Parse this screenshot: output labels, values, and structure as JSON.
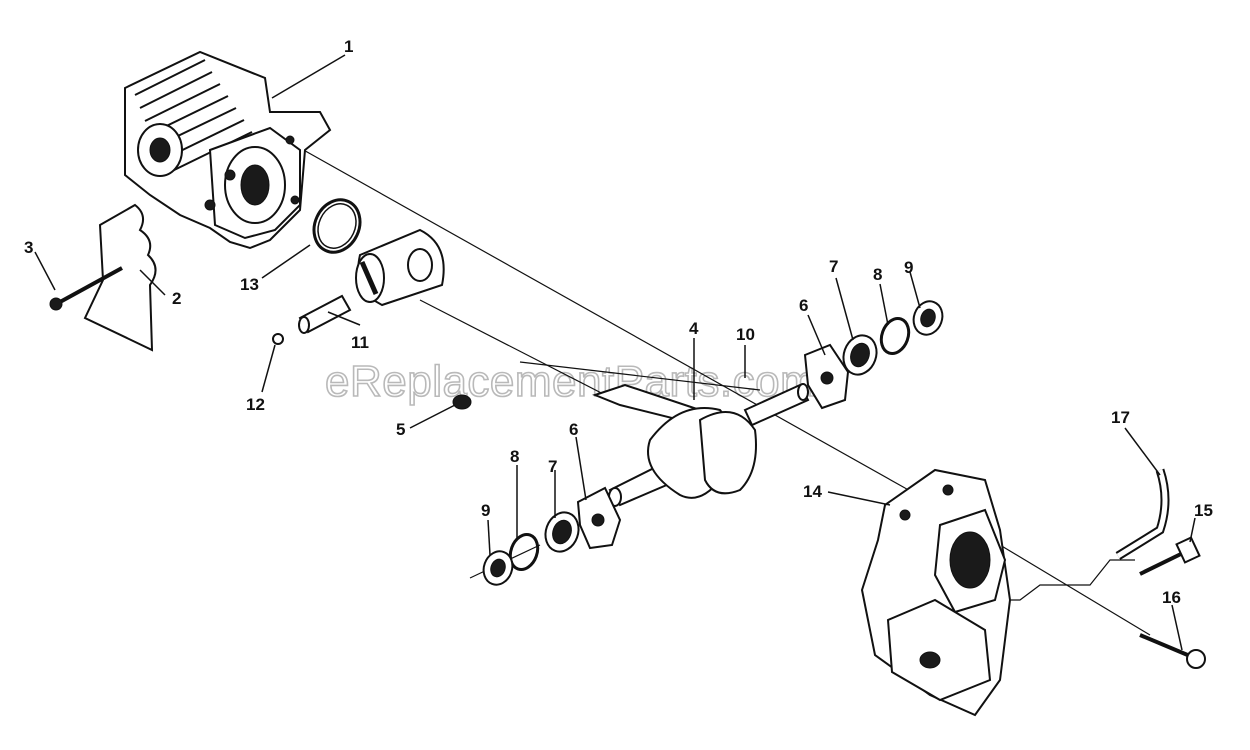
{
  "watermark": "eReplacementParts.com",
  "callouts": [
    {
      "id": "c1",
      "text": "1"
    },
    {
      "id": "c2",
      "text": "2"
    },
    {
      "id": "c3",
      "text": "3"
    },
    {
      "id": "c4",
      "text": "4"
    },
    {
      "id": "c5",
      "text": "5"
    },
    {
      "id": "c6a",
      "text": "6"
    },
    {
      "id": "c6b",
      "text": "6"
    },
    {
      "id": "c7a",
      "text": "7"
    },
    {
      "id": "c7b",
      "text": "7"
    },
    {
      "id": "c8a",
      "text": "8"
    },
    {
      "id": "c8b",
      "text": "8"
    },
    {
      "id": "c9a",
      "text": "9"
    },
    {
      "id": "c9b",
      "text": "9"
    },
    {
      "id": "c10",
      "text": "10"
    },
    {
      "id": "c11",
      "text": "11"
    },
    {
      "id": "c12",
      "text": "12"
    },
    {
      "id": "c13",
      "text": "13"
    },
    {
      "id": "c14",
      "text": "14"
    },
    {
      "id": "c15",
      "text": "15"
    },
    {
      "id": "c16",
      "text": "16"
    },
    {
      "id": "c17",
      "text": "17"
    }
  ]
}
